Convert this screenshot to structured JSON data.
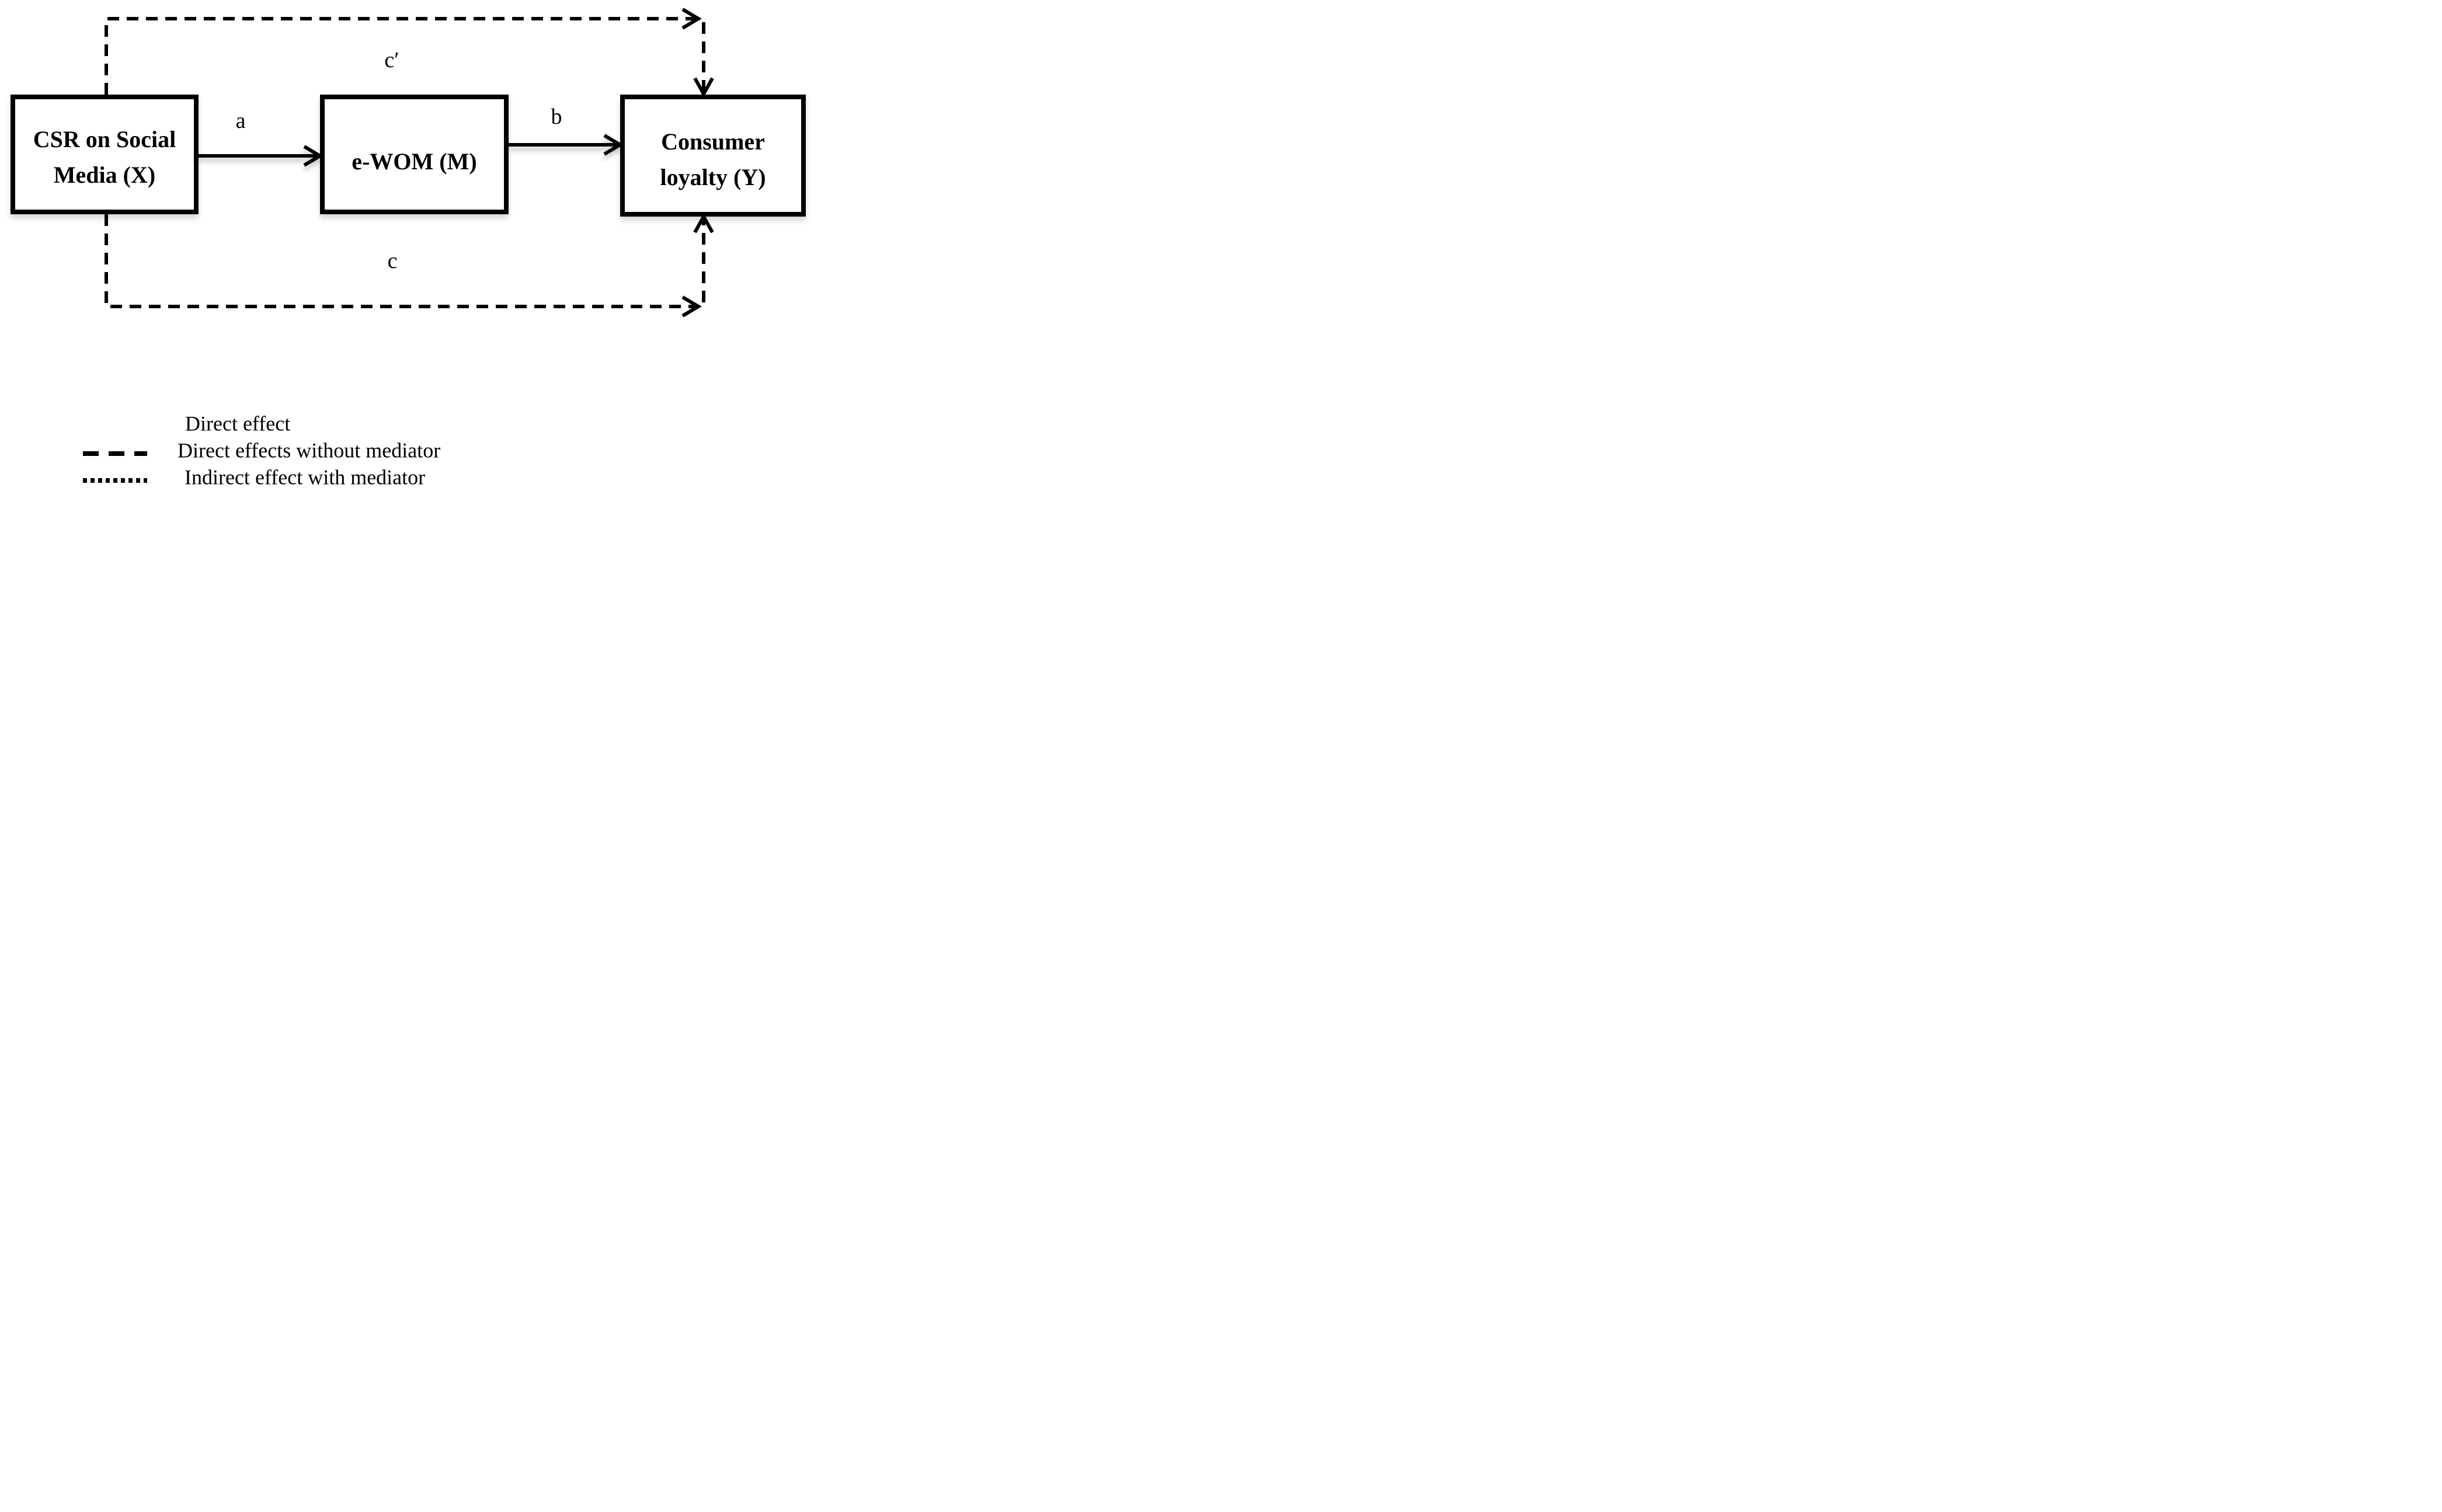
{
  "diagram": {
    "boxes": {
      "x": {
        "line1": "CSR on Social",
        "line2": "Media (X)"
      },
      "m": {
        "line1": "e-WOM (M)"
      },
      "y": {
        "line1": "Consumer",
        "line2": "loyalty (Y)"
      }
    },
    "path_labels": {
      "a": "a",
      "b": "b",
      "c_prime": "c′",
      "c": "c"
    },
    "legend": {
      "items": [
        {
          "style": "solid",
          "label": "Direct effect"
        },
        {
          "style": "dashed",
          "label": "Direct effects without mediator"
        },
        {
          "style": "dotted",
          "label": "Indirect effect with mediator"
        }
      ]
    },
    "colors": {
      "ink": "#000000",
      "background": "#ffffff"
    }
  }
}
